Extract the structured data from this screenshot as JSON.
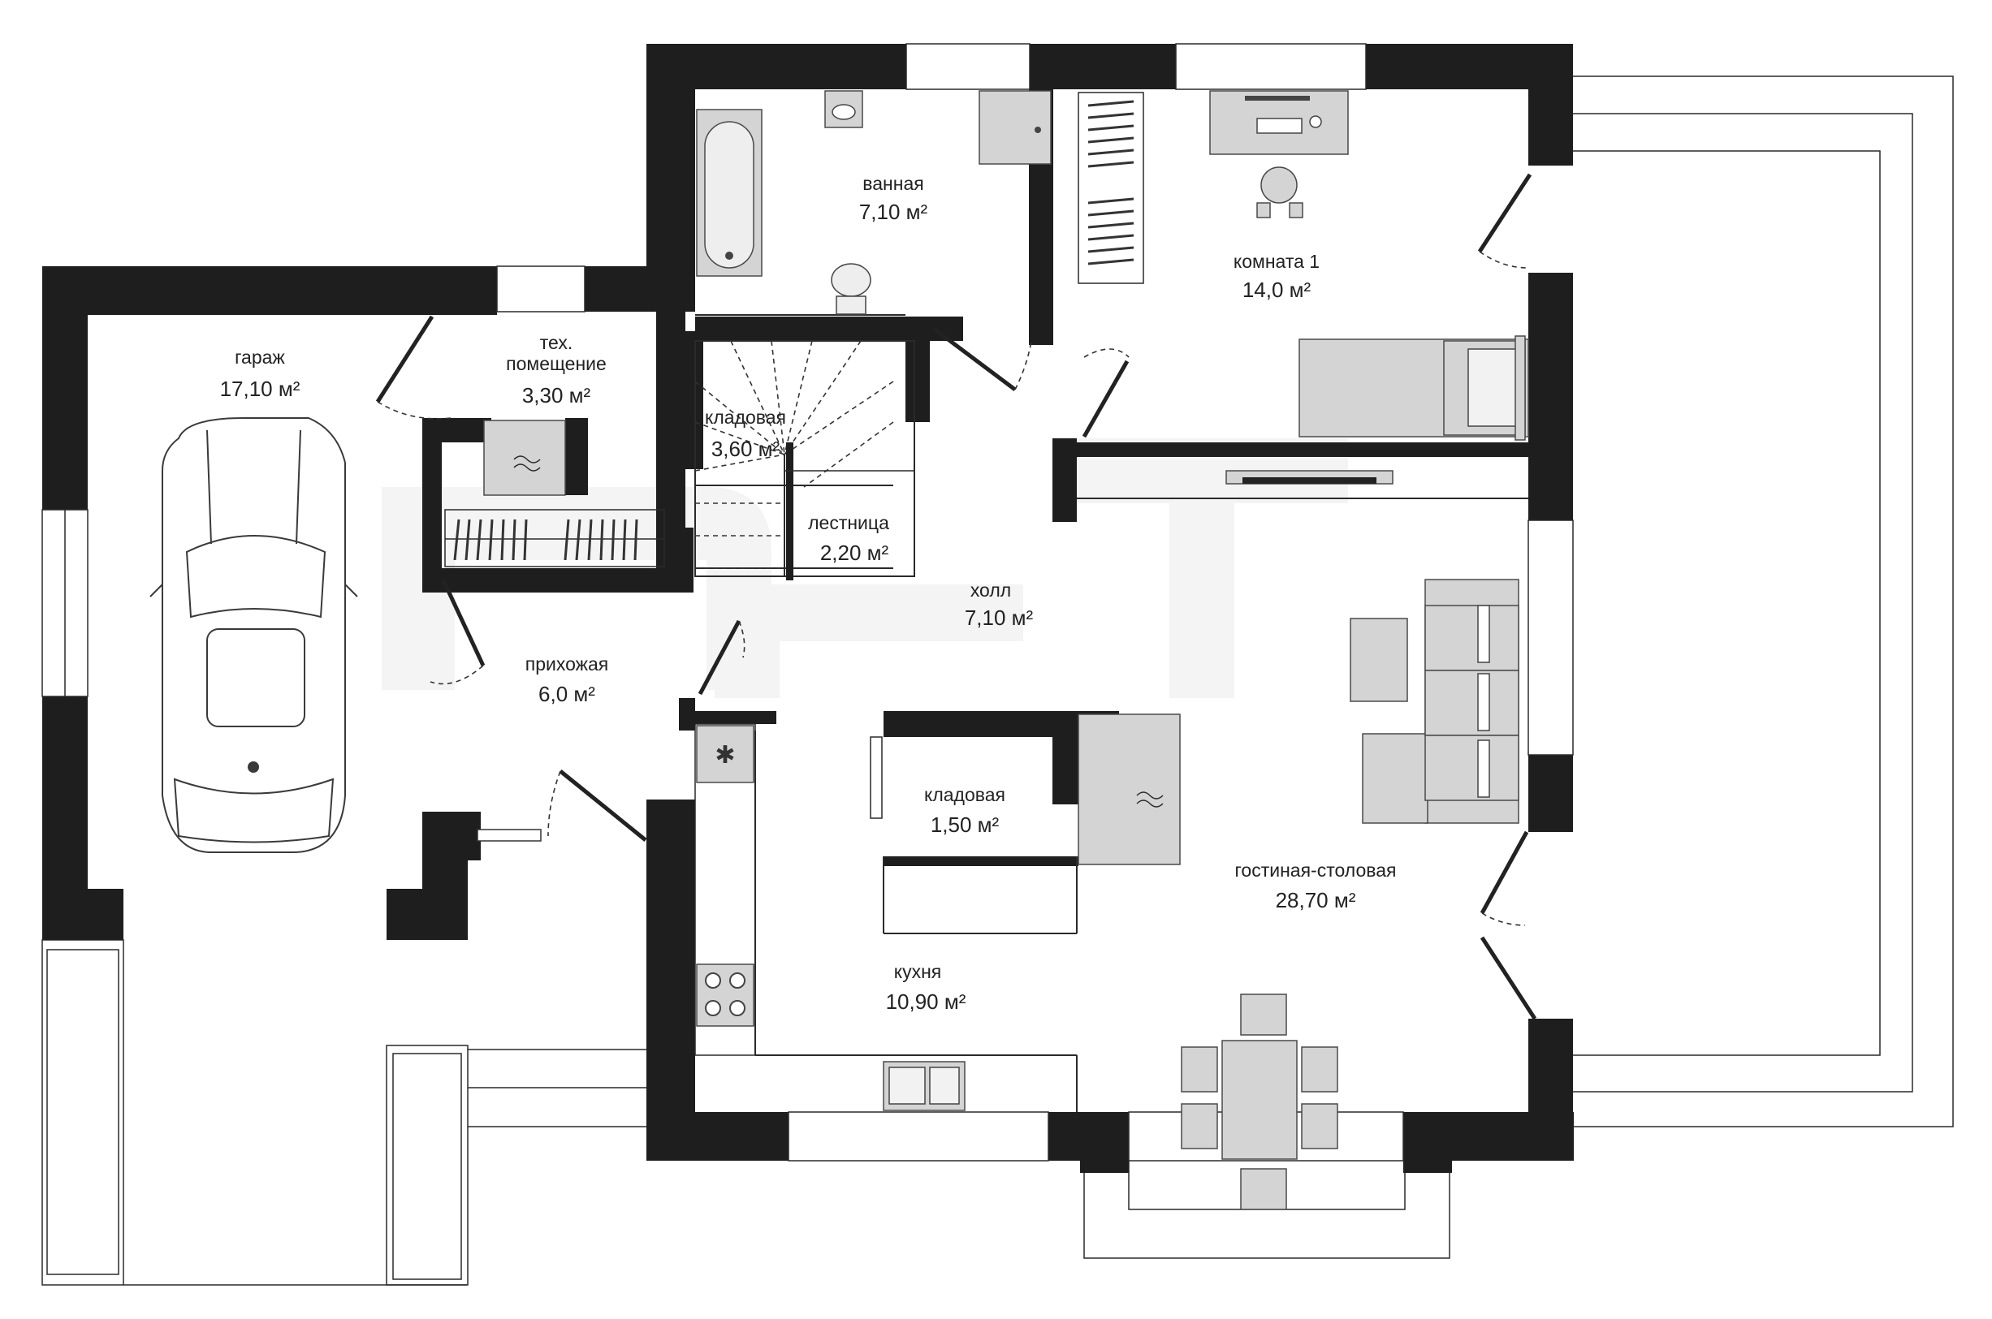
{
  "rooms": {
    "garage": {
      "name": "гараж",
      "area": "17,10 м²"
    },
    "tech": {
      "name_line1": "тех.",
      "name_line2": "помещение",
      "area": "3,30 м²"
    },
    "bath": {
      "name": "ванная",
      "area": "7,10 м²"
    },
    "storage_top": {
      "name": "кладовая",
      "area": "3,60 м²"
    },
    "stairs": {
      "name": "лестница",
      "area": "2,20 м²"
    },
    "room1": {
      "name": "комната 1",
      "area": "14,0 м²"
    },
    "hall": {
      "name": "холл",
      "area": "7,10 м²"
    },
    "entry": {
      "name": "прихожая",
      "area": "6,0 м²"
    },
    "storage_mid": {
      "name": "кладовая",
      "area": "1,50 м²"
    },
    "living": {
      "name": "гостиная-столовая",
      "area": "28,70 м²"
    },
    "kitchen": {
      "name": "кухня",
      "area": "10,90 м²"
    }
  },
  "colors": {
    "wall": "#1e1e1e",
    "furniture": "#d4d4d4",
    "watermark": "#f3f3f3"
  }
}
